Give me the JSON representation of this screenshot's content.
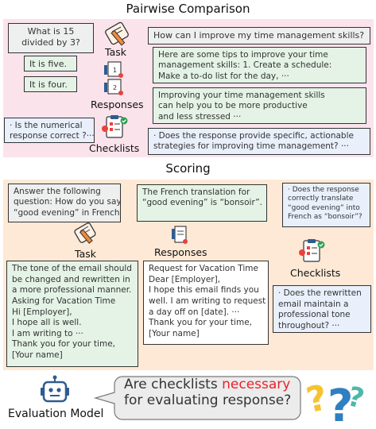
{
  "pairwise": {
    "title": "Pairwise Comparison",
    "task_label": "Task",
    "responses_label": "Responses",
    "checklists_label": "Checklists",
    "q1_lines": [
      "What is 15",
      "divided by 3?"
    ],
    "q2": "How can I improve my time management skills?",
    "r1a": "It is five.",
    "r1b": "It is four.",
    "r2a_lines": [
      "Here are some tips to improve your time",
      "management skills: 1. Create a schedule:",
      "Make a to-do list for the day, ···"
    ],
    "r2b_lines": [
      "Improving your time management skills",
      "can help you to be more productive",
      "and less stressed ···"
    ],
    "c1_lines": [
      "· Is the numerical",
      "response correct ?···"
    ],
    "c2_lines": [
      "· Does the response provide specific, actionable",
      "strategies for improving time management? ···"
    ]
  },
  "scoring": {
    "title": "Scoring",
    "task_label": "Task",
    "responses_label": "Responses",
    "checklists_label": "Checklists",
    "q1_lines": [
      "Answer the following",
      "question: How do you say",
      "“good evening” in French?"
    ],
    "r1_lines": [
      "The French translation for",
      "“good evening” is “bonsoir”."
    ],
    "c1_lines": [
      "· Does the response",
      "correctly translate",
      "“good evening” into",
      "French as “bonsoir”?"
    ],
    "q2_lines": [
      "The tone of the email should",
      "be changed and rewritten in",
      "a more professional manner.",
      "Asking for Vacation Time",
      "Hi [Employer],",
      "I hope all is well.",
      "I am writing to ···",
      "Thank you for your time,",
      "[Your name]"
    ],
    "r2_lines": [
      "Request for Vacation Time",
      "Dear [Employer],",
      "I hope this email finds you",
      "well. I am writing to request",
      "a day off on [date]. ···",
      "Thank you for your time,",
      "[Your name]"
    ],
    "c2_lines": [
      "· Does the rewritten",
      "email maintain a",
      "professional tone",
      "throughout? ···"
    ]
  },
  "bottom": {
    "model_label": "Evaluation Model",
    "question_before": "Are checklists ",
    "question_highlight": "necessary",
    "question_after": "for evaluating response?"
  },
  "colors": {
    "pairwise_bg": "#fbe3ec",
    "scoring_bg": "#fde9d6",
    "highlight": "#e8232a",
    "icon_orange": "#ef8a3a",
    "icon_blue": "#2f5c8f",
    "icon_green": "#2f9e58",
    "icon_red": "#e8423b"
  }
}
